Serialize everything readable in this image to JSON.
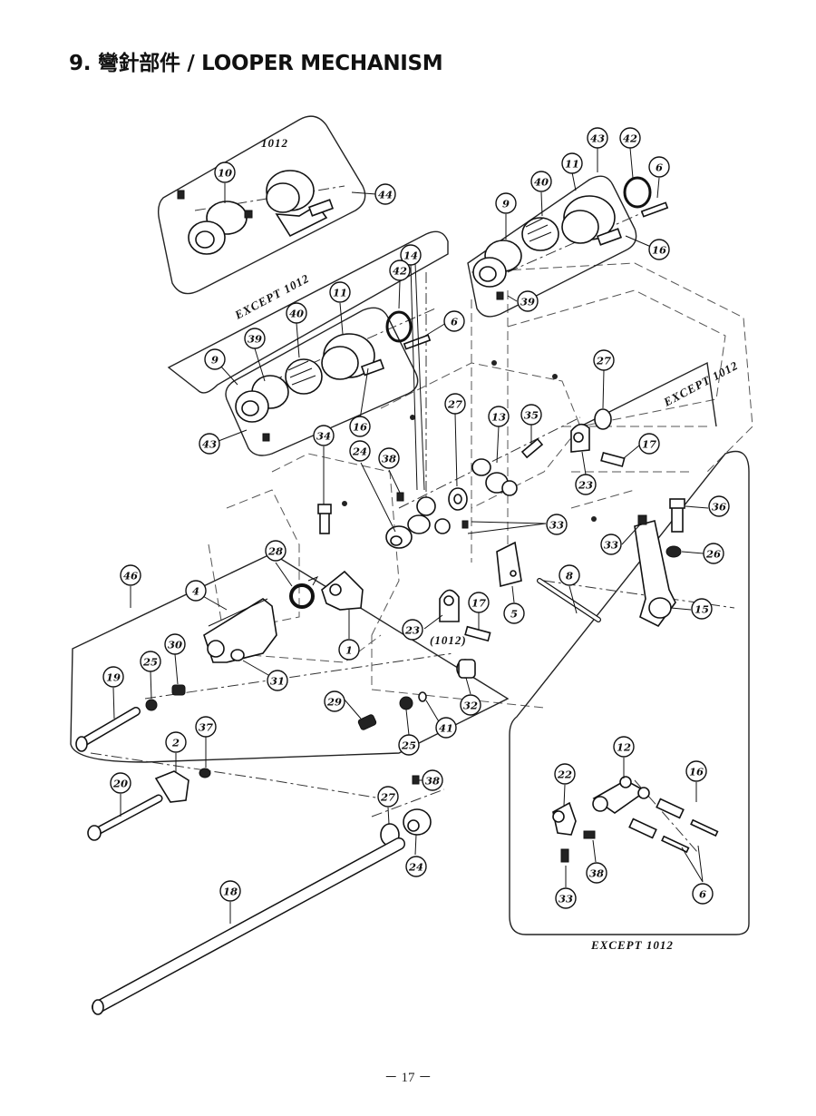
{
  "title": "9. 彎針部件 / LOOPER MECHANISM",
  "page_number": "－ 17 －",
  "group_labels": {
    "top_1012": "1012",
    "except_1012_left": "EXCEPT  1012",
    "except_1012_right": "EXCEPT  1012",
    "except_1012_bottom": "EXCEPT  1012",
    "variant_1012": "(1012)"
  },
  "callouts": [
    {
      "id": "c10",
      "label": "10"
    },
    {
      "id": "c44",
      "label": "44"
    },
    {
      "id": "c43a",
      "label": "43"
    },
    {
      "id": "c42a",
      "label": "42"
    },
    {
      "id": "c11a",
      "label": "11"
    },
    {
      "id": "c6a",
      "label": "6"
    },
    {
      "id": "c40a",
      "label": "40"
    },
    {
      "id": "c9a",
      "label": "9"
    },
    {
      "id": "c16a",
      "label": "16"
    },
    {
      "id": "c39a",
      "label": "39"
    },
    {
      "id": "c14",
      "label": "14"
    },
    {
      "id": "c42b",
      "label": "42"
    },
    {
      "id": "c6b",
      "label": "6"
    },
    {
      "id": "c11b",
      "label": "11"
    },
    {
      "id": "c40b",
      "label": "40"
    },
    {
      "id": "c39b",
      "label": "39"
    },
    {
      "id": "c9b",
      "label": "9"
    },
    {
      "id": "c43b",
      "label": "43"
    },
    {
      "id": "c16b",
      "label": "16"
    },
    {
      "id": "c27a",
      "label": "27"
    },
    {
      "id": "c27b",
      "label": "27"
    },
    {
      "id": "c13",
      "label": "13"
    },
    {
      "id": "c35",
      "label": "35"
    },
    {
      "id": "c17a",
      "label": "17"
    },
    {
      "id": "c23a",
      "label": "23"
    },
    {
      "id": "c34",
      "label": "34"
    },
    {
      "id": "c24a",
      "label": "24"
    },
    {
      "id": "c38a",
      "label": "38"
    },
    {
      "id": "c33a",
      "label": "33"
    },
    {
      "id": "c36",
      "label": "36"
    },
    {
      "id": "c33b",
      "label": "33"
    },
    {
      "id": "c26",
      "label": "26"
    },
    {
      "id": "c46",
      "label": "46"
    },
    {
      "id": "c28",
      "label": "28"
    },
    {
      "id": "c4",
      "label": "4"
    },
    {
      "id": "c8",
      "label": "8"
    },
    {
      "id": "c15",
      "label": "15"
    },
    {
      "id": "c5",
      "label": "5"
    },
    {
      "id": "c17b",
      "label": "17"
    },
    {
      "id": "c23b",
      "label": "23"
    },
    {
      "id": "c1",
      "label": "1"
    },
    {
      "id": "c30",
      "label": "30"
    },
    {
      "id": "c25a",
      "label": "25"
    },
    {
      "id": "c19",
      "label": "19"
    },
    {
      "id": "c31",
      "label": "31"
    },
    {
      "id": "c32",
      "label": "32"
    },
    {
      "id": "c29",
      "label": "29"
    },
    {
      "id": "c41",
      "label": "41"
    },
    {
      "id": "c25b",
      "label": "25"
    },
    {
      "id": "c2",
      "label": "2"
    },
    {
      "id": "c37",
      "label": "37"
    },
    {
      "id": "c20",
      "label": "20"
    },
    {
      "id": "c38b",
      "label": "38"
    },
    {
      "id": "c27c",
      "label": "27"
    },
    {
      "id": "c24b",
      "label": "24"
    },
    {
      "id": "c12",
      "label": "12"
    },
    {
      "id": "c22",
      "label": "22"
    },
    {
      "id": "c16c",
      "label": "16"
    },
    {
      "id": "c38c",
      "label": "38"
    },
    {
      "id": "c33c",
      "label": "33"
    },
    {
      "id": "c6c",
      "label": "6"
    },
    {
      "id": "c18",
      "label": "18"
    }
  ]
}
